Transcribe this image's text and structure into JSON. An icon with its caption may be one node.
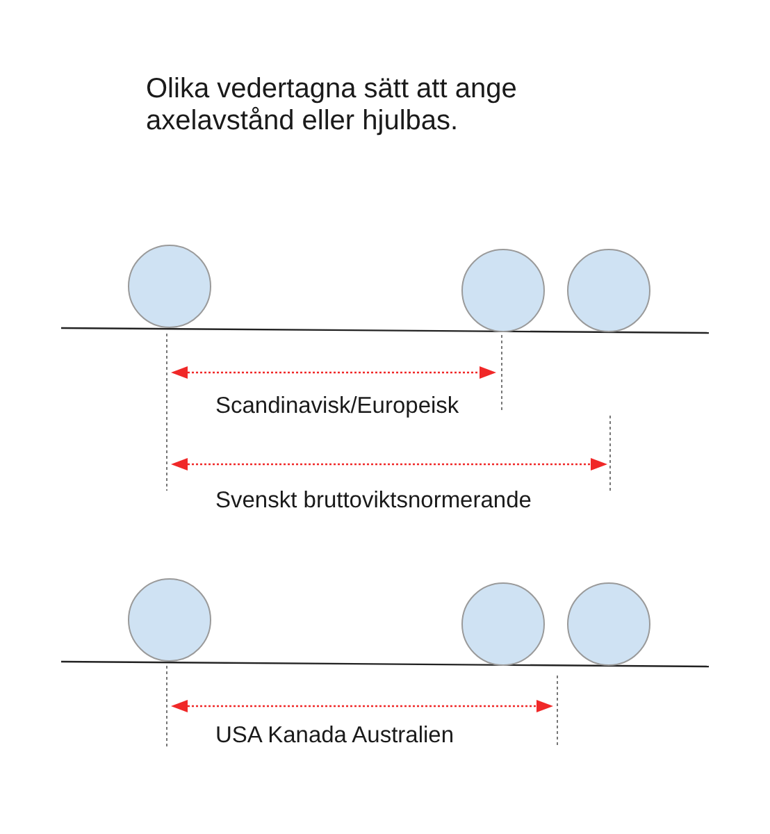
{
  "diagram": {
    "title": "Olika vedertagna sätt att ange axelavstånd eller hjulbas.",
    "nodes": [
      {
        "text": [],
        "shape": "circle"
      },
      {
        "text": [],
        "shape": "circle"
      },
      {
        "text": [],
        "shape": "circle"
      },
      {
        "text": [],
        "shape": "circle"
      },
      {
        "text": [],
        "shape": "circle"
      },
      {
        "text": [],
        "shape": "circle"
      }
    ],
    "labels": [
      "Scandinavisk/Europeisk",
      "Svenskt bruttoviktsnormerande",
      "USA Kanada Australien"
    ]
  }
}
